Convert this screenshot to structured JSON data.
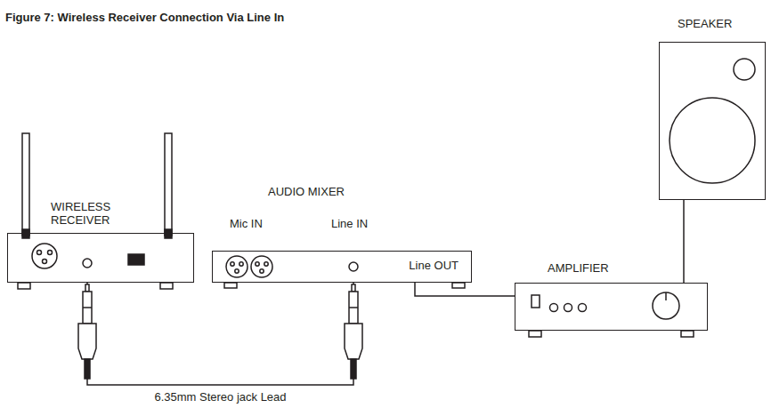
{
  "diagram": {
    "title": "Figure 7: Wireless Receiver Connection Via Line In",
    "nodes": [
      {
        "text": [
          "WIRELESS RECEIVER"
        ]
      },
      {
        "text": [
          "AUDIO MIXER",
          "Line OUT"
        ]
      },
      {
        "text": [
          "AMPLIFIER"
        ]
      },
      {
        "text": [
          "SPEAKER"
        ]
      }
    ],
    "edges": [
      {
        "from": 0,
        "to": 1,
        "arrow": "none",
        "label": "6.35mm Stereo jack Lead"
      },
      {
        "from": 1,
        "to": 2,
        "arrow": "none"
      },
      {
        "from": 2,
        "to": 3,
        "arrow": "none"
      }
    ],
    "labels": [
      "Mic IN",
      "Line IN"
    ]
  }
}
